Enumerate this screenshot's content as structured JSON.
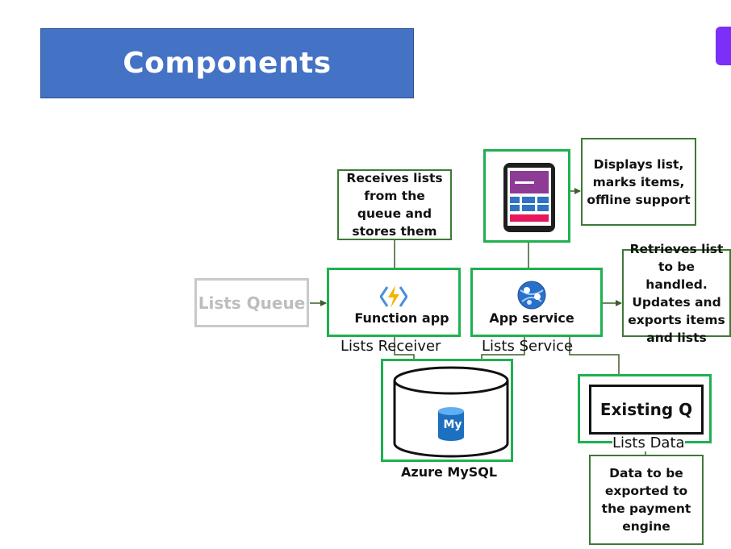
{
  "slide": {
    "title": "Components"
  },
  "notes": {
    "receives": "Receives lists from the queue and stores them",
    "displays": "Displays list, marks items, offline support",
    "retrieves": "Retrieves list to be handled. Updates and exports items and lists",
    "data_export": "Data to be exported to the payment engine"
  },
  "components": {
    "queue": "Lists Queue",
    "function_app": "Function app",
    "function_caption": "Lists Receiver",
    "app_service": "App service",
    "app_caption": "Lists Service",
    "mysql": "Azure MySQL",
    "mysql_badge": "My",
    "existing_q": "Existing Q",
    "existing_caption": "Lists Data"
  },
  "colors": {
    "banner": "#4472c4",
    "component_border": "#1fb050",
    "note_border": "#3d7a35",
    "arrow": "#3b5e2b",
    "accent_tab": "#7b2ff7"
  },
  "icons": {
    "function_app": "lightning-bolt-icon",
    "app_service": "globe-network-icon",
    "mysql": "database-cylinder-icon",
    "client": "tablet-icon"
  }
}
